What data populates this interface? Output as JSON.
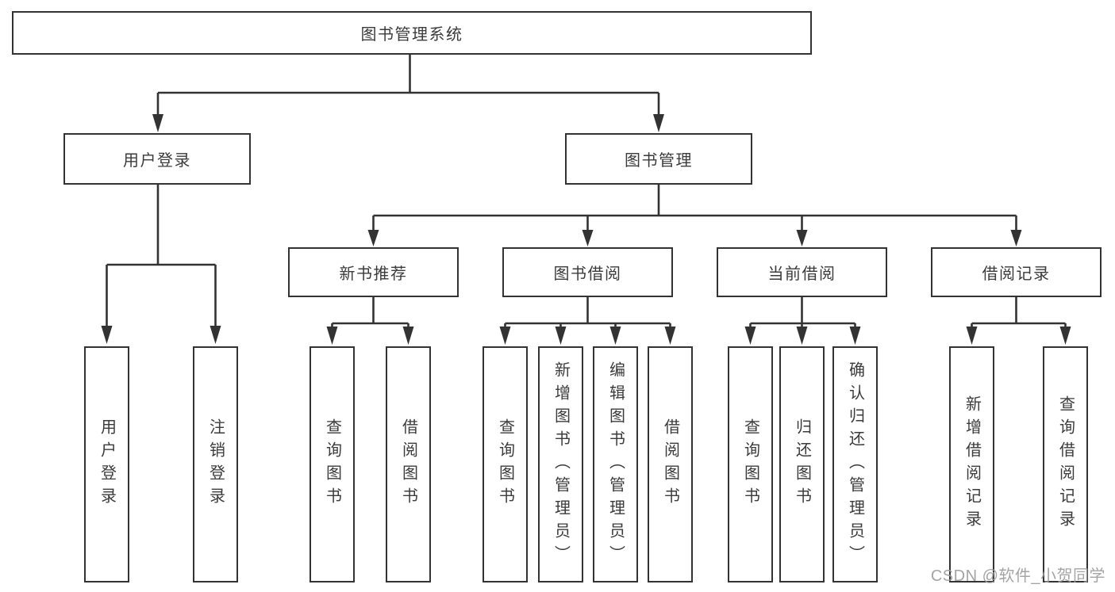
{
  "diagram": {
    "root": {
      "label": "图书管理系统"
    },
    "branches": [
      {
        "label": "用户登录",
        "children": [
          {
            "label": "用户登录"
          },
          {
            "label": "注销登录"
          }
        ]
      },
      {
        "label": "图书管理",
        "children": [
          {
            "label": "新书推荐",
            "children": [
              {
                "label": "查询图书"
              },
              {
                "label": "借阅图书"
              }
            ]
          },
          {
            "label": "图书借阅",
            "children": [
              {
                "label": "查询图书"
              },
              {
                "label": "新增图书（管理员）"
              },
              {
                "label": "编辑图书（管理员）"
              },
              {
                "label": "借阅图书"
              }
            ]
          },
          {
            "label": "当前借阅",
            "children": [
              {
                "label": "查询图书"
              },
              {
                "label": "归还图书"
              },
              {
                "label": "确认归还（管理员）"
              }
            ]
          },
          {
            "label": "借阅记录",
            "children": [
              {
                "label": "新增借阅记录"
              },
              {
                "label": "查询借阅记录"
              }
            ]
          }
        ]
      }
    ]
  },
  "watermark": {
    "text": "CSDN @软件_小贺同学"
  },
  "colors": {
    "line": "#333333",
    "box_border": "#333333",
    "text": "#3b3b3b",
    "watermark": "#9d9d9d",
    "background": "#ffffff"
  }
}
